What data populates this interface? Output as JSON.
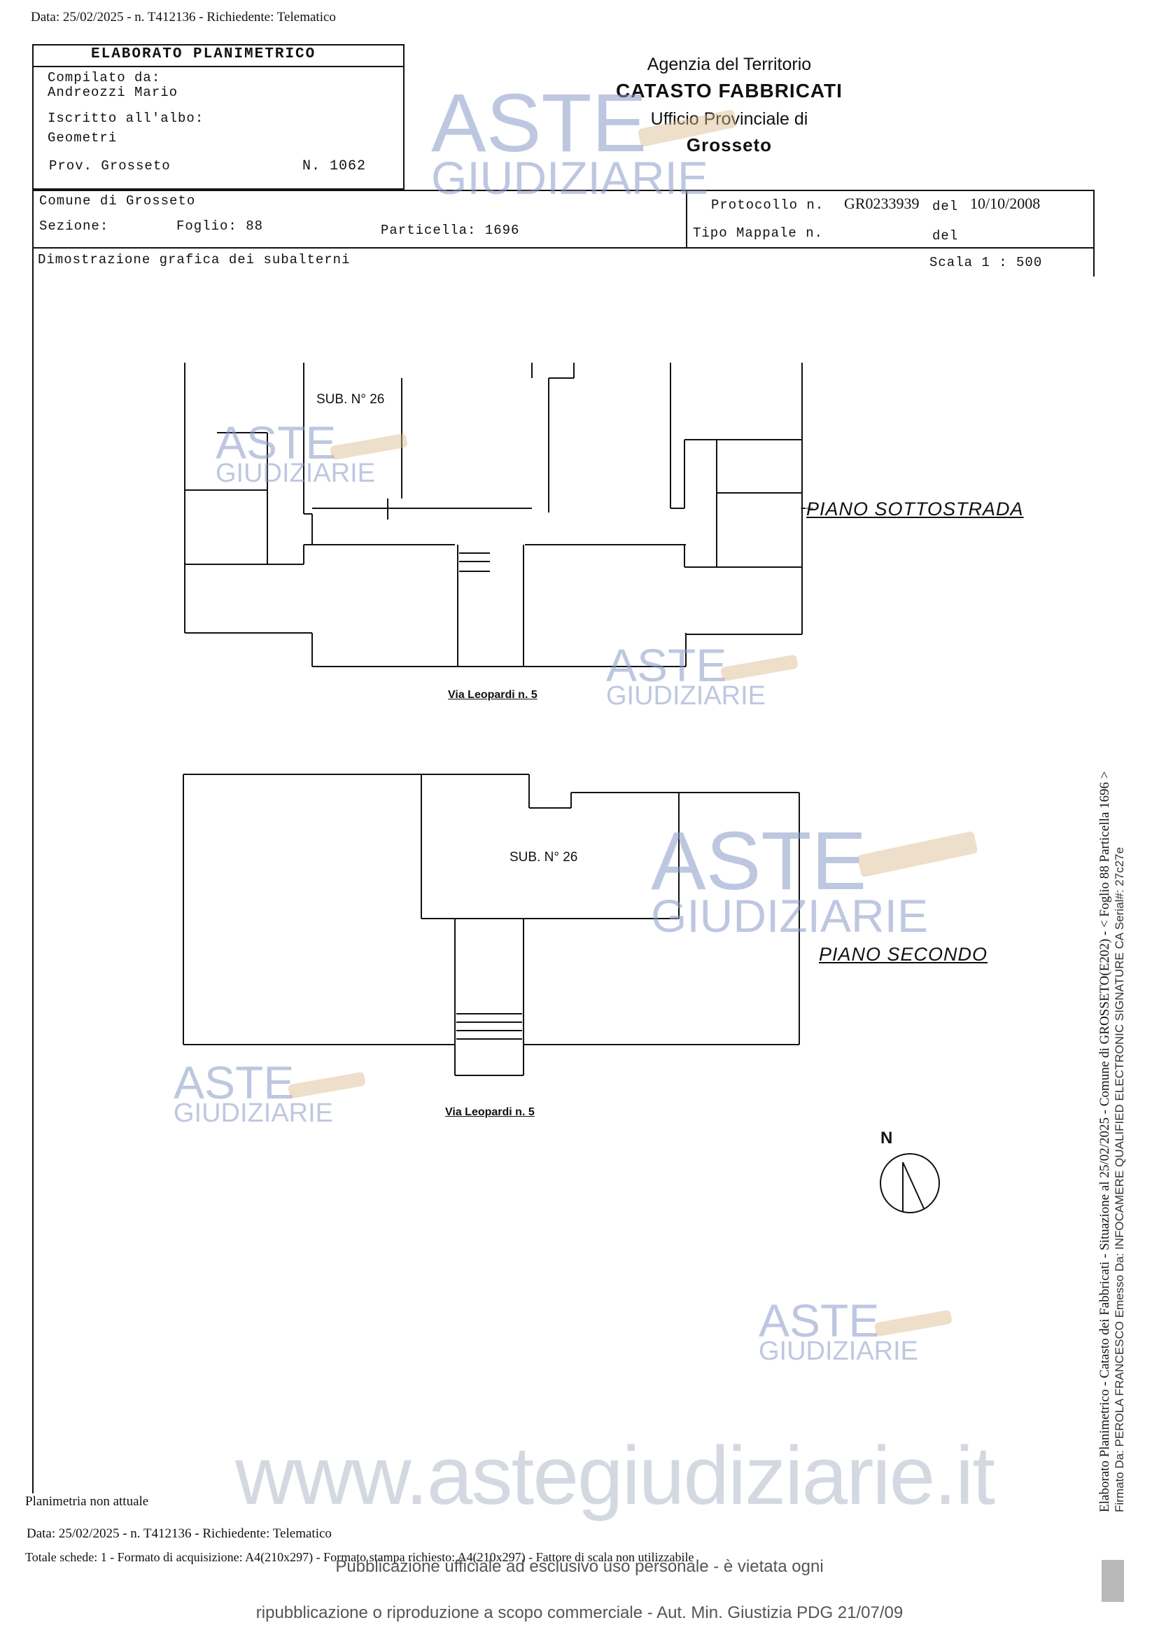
{
  "header": {
    "top_line": "Data: 25/02/2025 - n. T412136 - Richiedente: Telematico"
  },
  "info_box": {
    "title": "ELABORATO PLANIMETRICO",
    "compilato_label": "Compilato da:",
    "compilato_name": "Andreozzi Mario",
    "iscritto_label": "Iscritto all'albo:",
    "iscritto_value": "Geometri",
    "prov": "Prov. Grosseto",
    "numero": "N.  1062"
  },
  "agency": {
    "line1": "Agenzia del Territorio",
    "line2": "CATASTO FABBRICATI",
    "line3": "Ufficio Provinciale di",
    "line4": "Grosseto"
  },
  "cadastral": {
    "comune": "Comune di Grosseto",
    "sezione_label": "Sezione:",
    "foglio": "Foglio: 88",
    "particella": "Particella: 1696",
    "protocollo_label": "Protocollo n.",
    "protocollo_value": "GR0233939",
    "del_label": "del",
    "protocollo_date": "10/10/2008",
    "tipo_mappale": "Tipo Mappale n.",
    "del_label2": "del",
    "dimostrazione": "Dimostrazione grafica dei subalterni",
    "scala": "Scala 1 : 500"
  },
  "plans": {
    "floor1_label": "PIANO SOTTOSTRADA",
    "floor1_sub": "SUB. N° 26",
    "floor1_street": "Via Leopardi n. 5",
    "floor2_label": "PIANO SECONDO",
    "floor2_sub": "SUB. N° 26",
    "floor2_street": "Via Leopardi n. 5",
    "north": "N"
  },
  "watermark": {
    "word1": "ASTE",
    "word2": "GIUDIZIARIE",
    "site": "www.astegiudiziarie.it"
  },
  "footer": {
    "planimetria": "Planimetria non attuale",
    "data_line": "Data: 25/02/2025 - n. T412136 - Richiedente: Telematico",
    "totale_line": "Totale schede: 1 - Formato di acquisizione: A4(210x297)  - Formato stampa richiesto: A4(210x297) - Fattore di scala non utilizzabile",
    "publ1": "Pubblicazione ufficiale ad esclusivo uso personale - è vietata ogni",
    "publ2": "ripubblicazione o riproduzione a scopo commerciale - Aut. Min. Giustizia PDG 21/07/09"
  },
  "side": {
    "line1": "Elaborato Planimetrico - Catasto dei Fabbricati - Situazione al 25/02/2025 - Comune di GROSSETO(E202) - < Foglio 88 Particella 1696 >",
    "line2": "Firmato Da: PEROLA FRANCESCO Emesso Da: INFOCAMERE QUALIFIED ELECTRONIC SIGNATURE CA Serial#: 27c27e"
  },
  "colors": {
    "watermark_blue": "#8a9bc8",
    "gavel_tan": "#d9b78a"
  }
}
